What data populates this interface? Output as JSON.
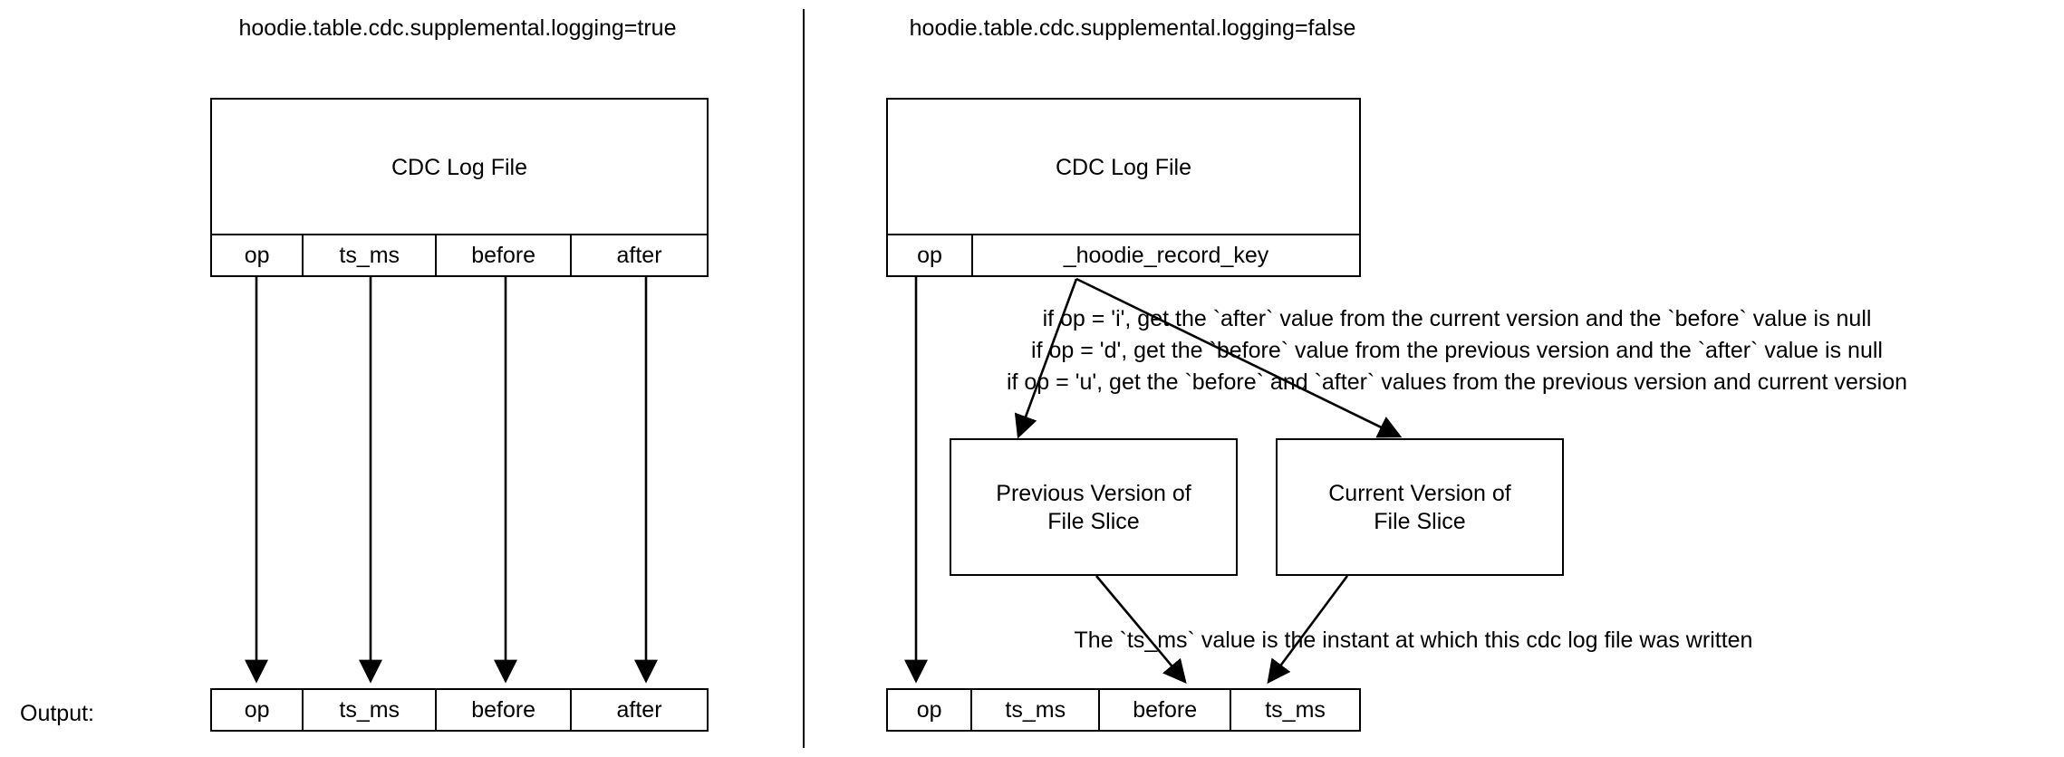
{
  "panels": [
    {
      "id": "supplemental-logging-true",
      "title": "hoodie.table.cdc.supplemental.logging=true",
      "cdc_box_label": "CDC Log File",
      "schema_columns": [
        "op",
        "ts_ms",
        "before",
        "after"
      ],
      "output_label": "Output:",
      "output_columns": [
        "op",
        "ts_ms",
        "before",
        "after"
      ]
    },
    {
      "id": "supplemental-logging-false",
      "title": "hoodie.table.cdc.supplemental.logging=false",
      "cdc_box_label": "CDC Log File",
      "schema_columns": [
        "op",
        "_hoodie_record_key"
      ],
      "rules": [
        "if op = 'i', get the `after` value from the current version and the `before` value is null",
        "if op = 'd', get the `before` value from the previous version  and the `after` value is null",
        "if op = 'u', get the `before` and `after` values from the previous version and current version"
      ],
      "version_boxes": [
        {
          "line1": "Previous Version of",
          "line2": "File Slice"
        },
        {
          "line1": "Current Version of",
          "line2": "File Slice"
        }
      ],
      "ts_note": "The `ts_ms` value is the instant at which this cdc log file was written",
      "output_columns": [
        "op",
        "ts_ms",
        "before",
        "ts_ms"
      ]
    }
  ],
  "colors": {
    "stroke": "#000000",
    "background": "#ffffff",
    "text": "#000000"
  }
}
